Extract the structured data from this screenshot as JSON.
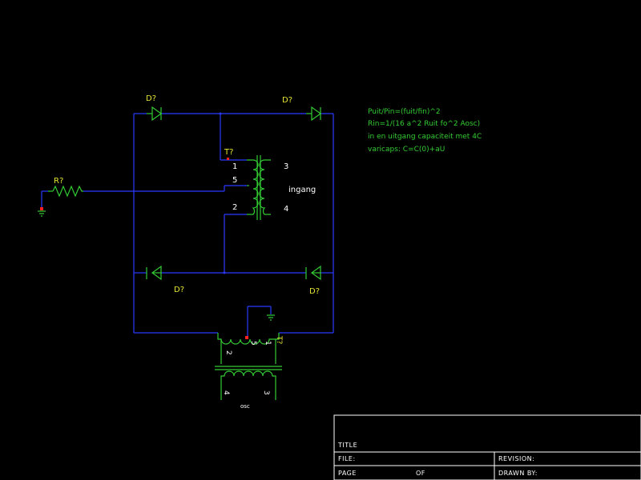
{
  "components": {
    "diode_top_left": {
      "ref": "D?"
    },
    "diode_top_right": {
      "ref": "D?"
    },
    "diode_bottom_left": {
      "ref": "D?"
    },
    "diode_bottom_right": {
      "ref": "D?"
    },
    "resistor": {
      "ref": "R?"
    },
    "transformer_main": {
      "ref": "T?",
      "pins": [
        "1",
        "5",
        "2",
        "3",
        "4"
      ],
      "label": "ingang"
    },
    "transformer_osc": {
      "ref": "T?",
      "pins": [
        "2",
        "5",
        "1",
        "4",
        "3"
      ],
      "label": "osc"
    }
  },
  "notes": [
    "Puit/Pin=(fuit/fin)^2",
    "Rin=1/(16 a^2 Ruit fo^2 Aosc)",
    "in en uitgang capaciteit met 4C",
    "varicaps: C=C(0)+aU"
  ],
  "title_block": {
    "title_label": "TITLE",
    "file_label": "FILE:",
    "revision_label": "REVISION:",
    "page_label": "PAGE",
    "of_label": "OF",
    "drawn_by_label": "DRAWN BY:"
  },
  "colors": {
    "background": "#000000",
    "wire": "#2a3aff",
    "component": "#33cc33",
    "reference": "#e6e633",
    "pin_text": "#ffffff",
    "junction": "#ff2020"
  }
}
